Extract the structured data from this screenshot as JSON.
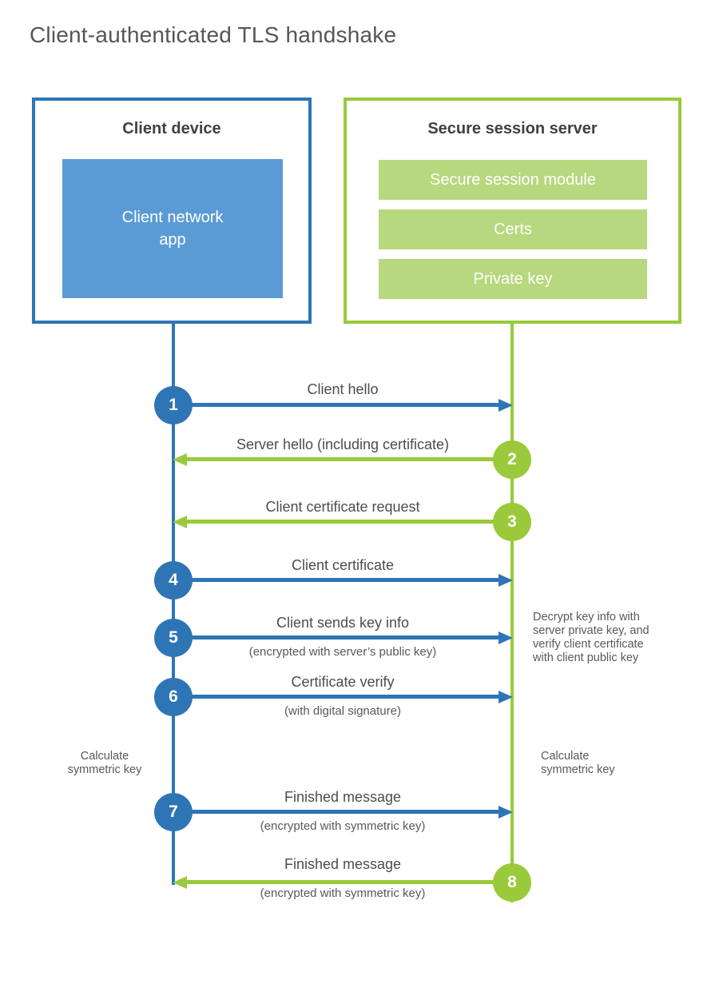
{
  "title": "Client-authenticated TLS handshake",
  "colors": {
    "blue": "#2e75b6",
    "blue-fill": "#5b9bd5",
    "green": "#9aca3b",
    "green-fill": "#b7d87e"
  },
  "client_box": {
    "title": "Client device",
    "app": {
      "lines": [
        "Client network",
        "app"
      ]
    }
  },
  "server_box": {
    "title": "Secure session server",
    "modules": [
      "Secure session module",
      "Certs",
      "Private key"
    ]
  },
  "steps": [
    {
      "num": "1",
      "label": "Client hello"
    },
    {
      "num": "2",
      "label": "Server hello (including certificate)"
    },
    {
      "num": "3",
      "label": "Client certificate request"
    },
    {
      "num": "4",
      "label": "Client certificate"
    },
    {
      "num": "5",
      "label": "Client sends key info",
      "sub": "(encrypted with server’s public key)"
    },
    {
      "num": "6",
      "label": "Certificate verify",
      "sub": "(with digital signature)"
    },
    {
      "num": "7",
      "label": "Finished message",
      "sub": "(encrypted with symmetric key)"
    },
    {
      "num": "8",
      "label": "Finished message",
      "sub": "(encrypted with symmetric key)"
    }
  ],
  "notes": {
    "decrypt": {
      "lines": [
        "Decrypt key info with",
        "server private key, and",
        "verify client certificate",
        "with client public key"
      ]
    },
    "calc_left": {
      "lines": [
        "Calculate",
        "symmetric key"
      ]
    },
    "calc_right": {
      "lines": [
        "Calculate",
        "symmetric key"
      ]
    }
  }
}
